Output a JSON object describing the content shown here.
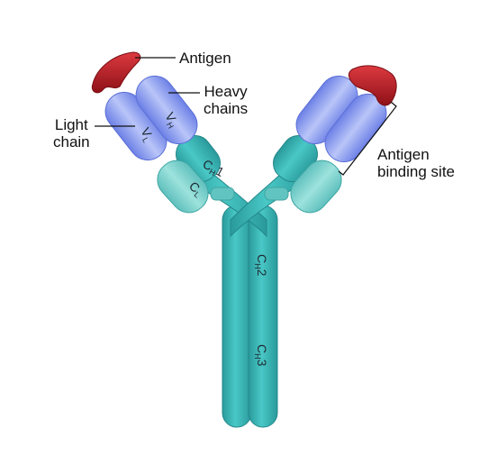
{
  "labels": {
    "antigen": "Antigen",
    "heavy_chains": [
      "Heavy",
      "chains"
    ],
    "light_chain": [
      "Light",
      "chain"
    ],
    "binding_site": [
      "Antigen",
      "binding site"
    ]
  },
  "segments": {
    "vh": {
      "main": "V",
      "sub": "H"
    },
    "vl": {
      "main": "V",
      "sub": "L"
    },
    "ch1": {
      "main": "C",
      "sub": "H",
      "suffix": "1"
    },
    "cl": {
      "main": "C",
      "sub": "L"
    },
    "ch2": {
      "main": "C",
      "sub": "H",
      "suffix": "2"
    },
    "ch3": {
      "main": "C",
      "sub": "H",
      "suffix": "3"
    }
  },
  "colors": {
    "heavy_constant": "#3fbcbc",
    "heavy_constant_dark": "#2a9a9c",
    "light_constant": "#7fd6d2",
    "variable": "#8b9df0",
    "variable_light": "#b7c3f7",
    "antigen": "#c0202a",
    "antigen_dark": "#8e1117"
  }
}
